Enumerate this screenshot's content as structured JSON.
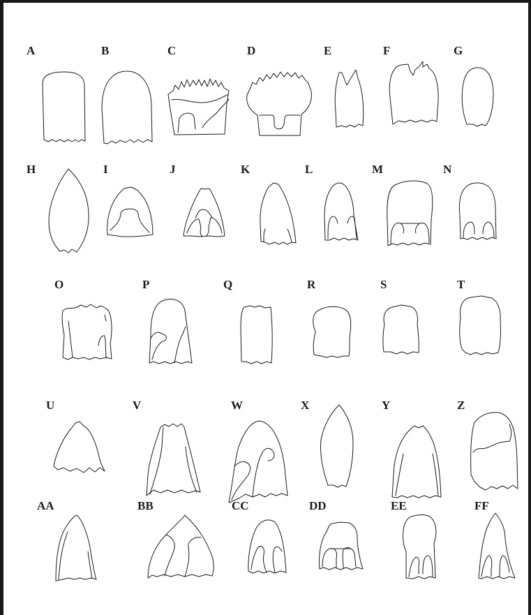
{
  "figure": {
    "panels": [
      {
        "id": "a",
        "label": "A"
      },
      {
        "id": "b",
        "label": "B"
      },
      {
        "id": "c",
        "label": "C"
      },
      {
        "id": "d",
        "label": "D"
      },
      {
        "id": "e",
        "label": "E"
      },
      {
        "id": "f",
        "label": "F"
      },
      {
        "id": "g",
        "label": "G"
      },
      {
        "id": "h",
        "label": "H"
      },
      {
        "id": "i",
        "label": "I"
      },
      {
        "id": "j",
        "label": "J"
      },
      {
        "id": "k",
        "label": "K"
      },
      {
        "id": "l",
        "label": "L"
      },
      {
        "id": "m",
        "label": "M"
      },
      {
        "id": "n",
        "label": "N"
      },
      {
        "id": "o",
        "label": "O"
      },
      {
        "id": "p",
        "label": "P"
      },
      {
        "id": "q",
        "label": "Q"
      },
      {
        "id": "r",
        "label": "R"
      },
      {
        "id": "s",
        "label": "S"
      },
      {
        "id": "t",
        "label": "T"
      },
      {
        "id": "u",
        "label": "U"
      },
      {
        "id": "v",
        "label": "V"
      },
      {
        "id": "w",
        "label": "W"
      },
      {
        "id": "x",
        "label": "X"
      },
      {
        "id": "y",
        "label": "Y"
      },
      {
        "id": "z",
        "label": "Z"
      },
      {
        "id": "aa",
        "label": "AA"
      },
      {
        "id": "bb",
        "label": "BB"
      },
      {
        "id": "cc",
        "label": "CC"
      },
      {
        "id": "dd",
        "label": "DD"
      },
      {
        "id": "ee",
        "label": "EE"
      },
      {
        "id": "ff",
        "label": "FF"
      }
    ]
  }
}
